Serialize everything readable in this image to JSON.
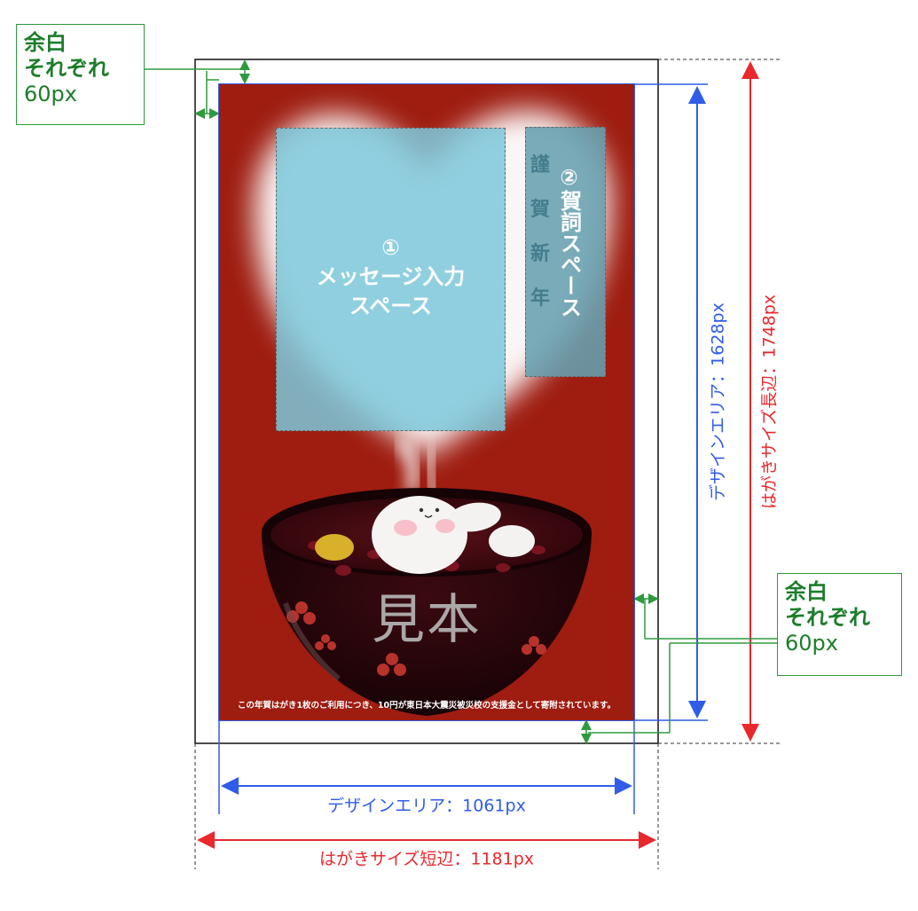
{
  "margin_labels": {
    "top_left": {
      "line1": "余白",
      "line2": "それぞれ",
      "line3": "60px"
    },
    "bottom_right": {
      "line1": "余白",
      "line2": "それぞれ",
      "line3": "60px"
    }
  },
  "card": {
    "slot1_label": {
      "number": "①",
      "line1": "メッセージ入力",
      "line2": "スペース"
    },
    "slot2_label": "②賀詞スペース",
    "slot2_deco": "謹賀新年",
    "watermark": "見本",
    "footer_note": "この年賀はがき1枚のご利用につき、10円が東日本大震災被災校の支援金として寄附されています。"
  },
  "dimensions": {
    "design_height": "デザインエリア：1628px",
    "card_height": "はがきサイズ長辺：1748px",
    "design_width": "デザインエリア：1061px",
    "card_width": "はがきサイズ短辺：1181px"
  },
  "colors": {
    "card_red": "#9e1c10",
    "design_blue": "#2f5ce8",
    "card_red_label": "#e8282d",
    "margin_green": "#2e9a3e"
  }
}
